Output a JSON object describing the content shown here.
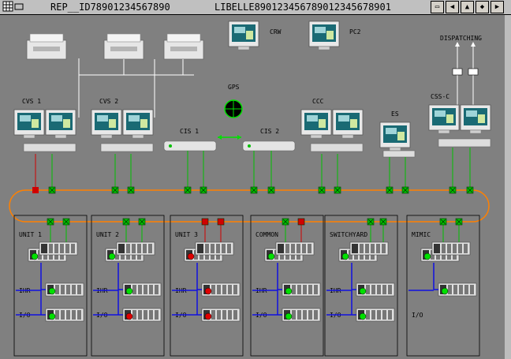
{
  "window": {
    "menu_icon": "grid-menu-icon",
    "rep": "REP__ID78901234567890",
    "libelle": "LIBELLE890123456789012345678901",
    "nav_buttons": [
      {
        "glyph": "▭",
        "icon": "window-restore-icon"
      },
      {
        "glyph": "◀",
        "icon": "arrow-left-icon"
      },
      {
        "glyph": "▲",
        "icon": "arrow-up-icon"
      },
      {
        "glyph": "◆",
        "icon": "arrow-diamond-icon"
      },
      {
        "glyph": "▶",
        "icon": "arrow-right-icon"
      }
    ]
  },
  "stations": {
    "crw": "CRW",
    "pc2": "PC2",
    "dispatching": "DISPATCHING",
    "gps": "GPS",
    "cvs1": "CVS 1",
    "cvs2": "CVS 2",
    "cis1": "CIS 1",
    "cis2": "CIS 2",
    "ccc": "CCC",
    "es": "ES",
    "cssc": "CSS-C"
  },
  "units": [
    {
      "name": "UNIT 1",
      "ihr": "IHR",
      "io": "I/O"
    },
    {
      "name": "UNIT 2",
      "ihr": "IHR",
      "io": "I/O"
    },
    {
      "name": "UNIT 3",
      "ihr": "IHR",
      "io": "I/O"
    },
    {
      "name": "COMMON",
      "ihr": "IHR",
      "io": "I/O"
    },
    {
      "name": "SWITCHYARD",
      "ihr": "IHR",
      "io": "I/O"
    },
    {
      "name": "MIMIC",
      "ihr": "",
      "io": "I/O"
    }
  ],
  "colors": {
    "ring": "#ff8000",
    "link_ok": "#00c000",
    "link_fault": "#d00000",
    "bus": "#1010e0",
    "plc_ok": "#00e000",
    "plc_fault": "#e00000"
  }
}
